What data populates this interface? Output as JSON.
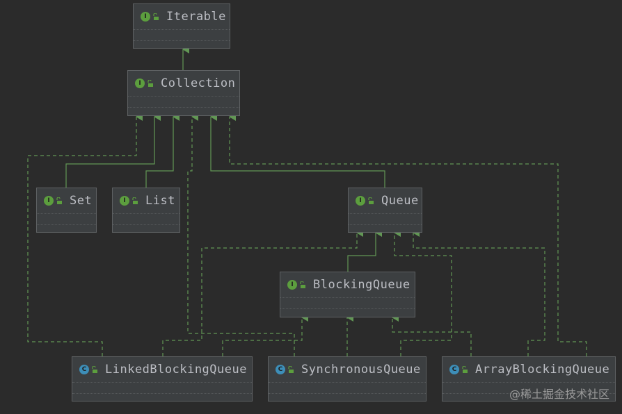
{
  "nodes": {
    "iterable": {
      "name": "Iterable",
      "kind": "interface",
      "badge": "I"
    },
    "collection": {
      "name": "Collection",
      "kind": "interface",
      "badge": "I"
    },
    "set": {
      "name": "Set",
      "kind": "interface",
      "badge": "I"
    },
    "list": {
      "name": "List",
      "kind": "interface",
      "badge": "I"
    },
    "queue": {
      "name": "Queue",
      "kind": "interface",
      "badge": "I"
    },
    "blocking_queue": {
      "name": "BlockingQueue",
      "kind": "interface",
      "badge": "I"
    },
    "linked_blocking_queue": {
      "name": "LinkedBlockingQueue",
      "kind": "class",
      "badge": "C"
    },
    "synchronous_queue": {
      "name": "SynchronousQueue",
      "kind": "class",
      "badge": "C"
    },
    "array_blocking_queue": {
      "name": "ArrayBlockingQueue",
      "kind": "class",
      "badge": "C"
    }
  },
  "edges": [
    {
      "from": "Collection",
      "to": "Iterable",
      "style": "solid"
    },
    {
      "from": "Set",
      "to": "Collection",
      "style": "solid"
    },
    {
      "from": "List",
      "to": "Collection",
      "style": "solid"
    },
    {
      "from": "Queue",
      "to": "Collection",
      "style": "solid"
    },
    {
      "from": "BlockingQueue",
      "to": "Queue",
      "style": "solid"
    },
    {
      "from": "LinkedBlockingQueue",
      "to": "Collection",
      "style": "dashed"
    },
    {
      "from": "SynchronousQueue",
      "to": "Collection",
      "style": "dashed"
    },
    {
      "from": "ArrayBlockingQueue",
      "to": "Collection",
      "style": "dashed"
    },
    {
      "from": "LinkedBlockingQueue",
      "to": "Queue",
      "style": "dashed"
    },
    {
      "from": "SynchronousQueue",
      "to": "Queue",
      "style": "dashed"
    },
    {
      "from": "ArrayBlockingQueue",
      "to": "Queue",
      "style": "dashed"
    },
    {
      "from": "LinkedBlockingQueue",
      "to": "BlockingQueue",
      "style": "dashed"
    },
    {
      "from": "SynchronousQueue",
      "to": "BlockingQueue",
      "style": "dashed"
    },
    {
      "from": "ArrayBlockingQueue",
      "to": "BlockingQueue",
      "style": "dashed"
    }
  ],
  "colors": {
    "background": "#2b2b2b",
    "box": "#3c3f41",
    "edge": "#629755",
    "interface_badge": "#5c9e3e",
    "class_badge": "#3d8eb8",
    "text": "#bcbec4"
  },
  "watermark": "@稀土掘金技术社区"
}
